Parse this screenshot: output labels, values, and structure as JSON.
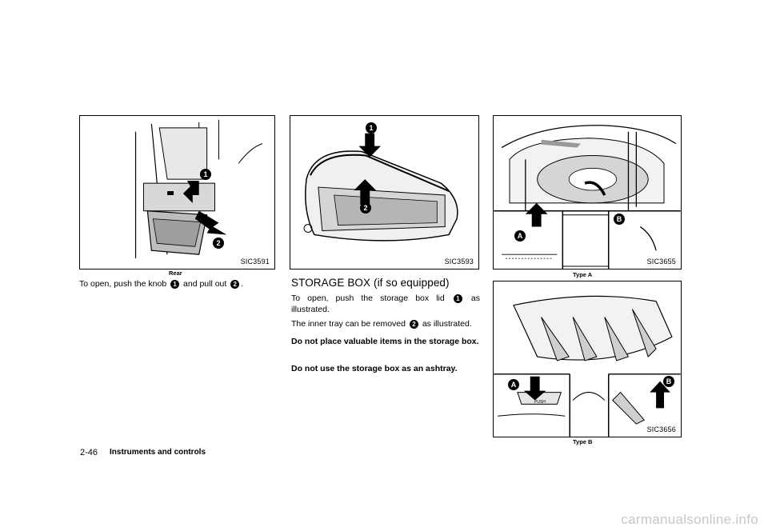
{
  "figures": {
    "rear": {
      "code": "SIC3591",
      "caption": "Rear"
    },
    "box": {
      "code": "SIC3593"
    },
    "type_a": {
      "code": "SIC3655",
      "caption": "Type A"
    },
    "type_b": {
      "code": "SIC3656",
      "caption": "Type B"
    }
  },
  "callouts": {
    "one": "1",
    "two": "2",
    "a": "A",
    "b": "B",
    "push": "PUSH"
  },
  "rear_text": {
    "before": "To open, push the knob",
    "middle": "and pull out",
    "after": "."
  },
  "storage": {
    "heading": "STORAGE BOX (if so equipped)",
    "p1_before": "To open, push the storage box lid",
    "p1_after": "as illustrated.",
    "p2_before": "The inner tray can be removed",
    "p2_after": "as illustrated.",
    "warning1": "Do not place valuable items in the storage box.",
    "warning2": "Do not use the storage box as an ashtray."
  },
  "footer": {
    "page": "2-46",
    "section": "Instruments and controls"
  },
  "watermark": "carmanualsonline.info"
}
